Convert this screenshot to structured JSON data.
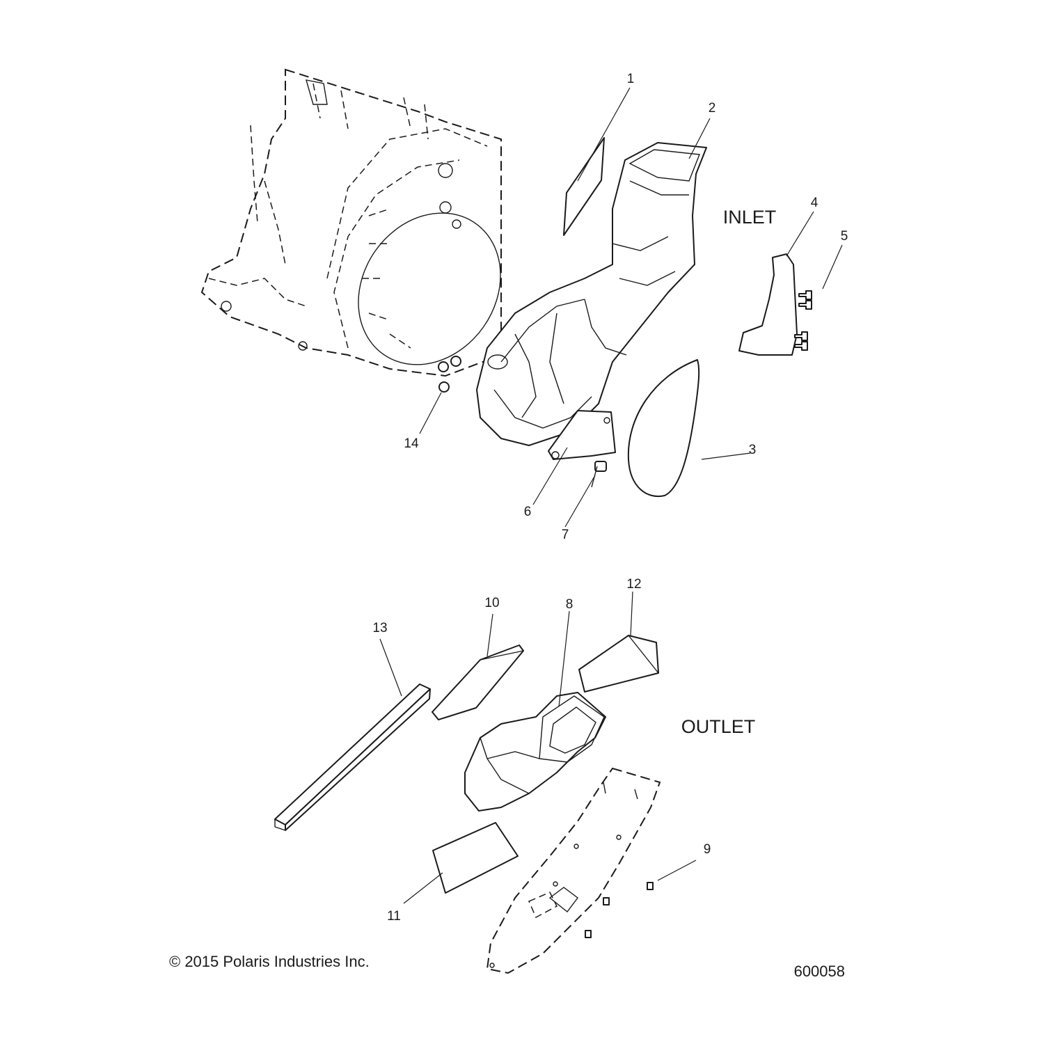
{
  "sections": {
    "inlet": "INLET",
    "outlet": "OUTLET"
  },
  "callouts": {
    "c1": "1",
    "c2": "2",
    "c3": "3",
    "c4": "4",
    "c5": "5",
    "c6": "6",
    "c7": "7",
    "c8": "8",
    "c9": "9",
    "c10": "10",
    "c11": "11",
    "c12": "12",
    "c13": "13",
    "c14": "14"
  },
  "footer": {
    "copyright": "© 2015 Polaris Industries Inc.",
    "figure_number": "600058"
  }
}
